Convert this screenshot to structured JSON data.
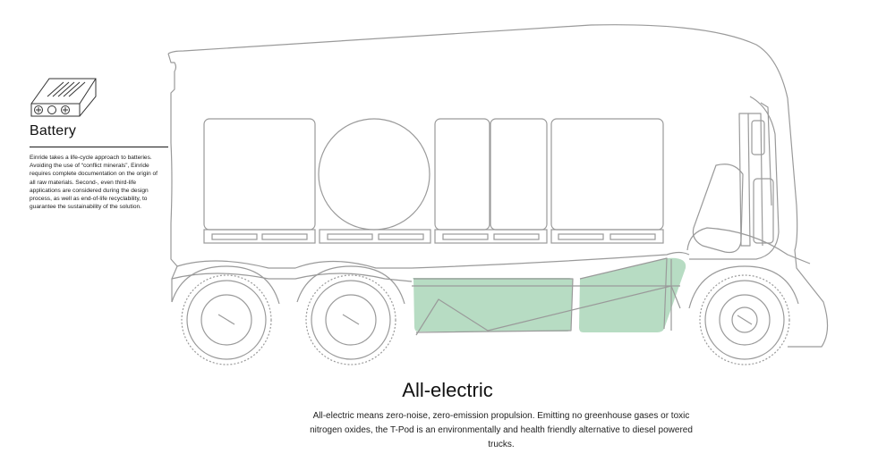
{
  "battery_panel": {
    "title": "Battery",
    "description": "Einride takes a life-cycle approach to batteries. Avoiding the use of “conflict minerals”, Einride requires complete documentation on the origin of all raw materials. Second-, even third-life applications are considered during the design process, as well as end-of-life recyclability, to guarantee the sustainability of the solution."
  },
  "main": {
    "heading": "All-electric",
    "body": "All-electric means zero-noise, zero-emission propulsion. Emitting no greenhouse gases or toxic nitrogen oxides, the T-Pod is an environmentally and health friendly alternative to diesel powered trucks."
  },
  "colors": {
    "outline": "#9a9a9a",
    "battery_highlight": "#b7dcc3",
    "text": "#111111"
  },
  "icons": [
    "battery-pack-icon"
  ]
}
